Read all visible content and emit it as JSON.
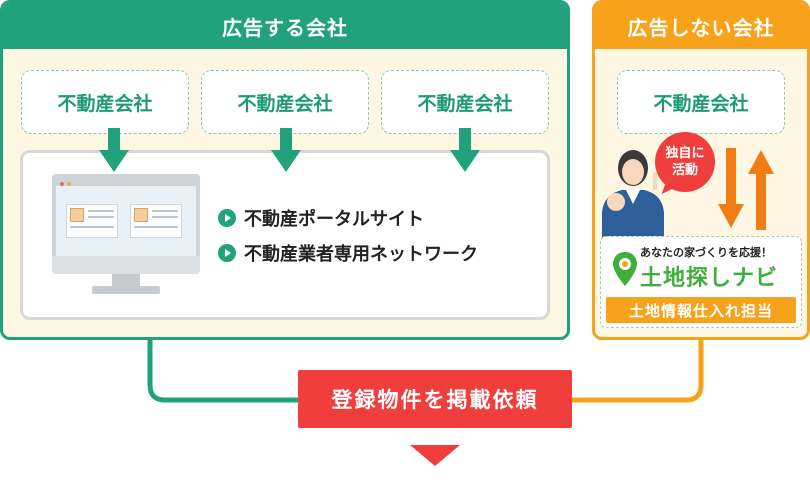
{
  "advertising": {
    "title": "広告する会社",
    "companies": [
      "不動産会社",
      "不動産会社",
      "不動産会社"
    ],
    "portal_items": [
      "不動産ポータルサイト",
      "不動産業者専用ネットワーク"
    ],
    "color": "#21a27d"
  },
  "non_advertising": {
    "title": "広告しない会社",
    "company": "不動産会社",
    "speech_line1": "独自に",
    "speech_line2": "活動",
    "navi_tagline": "あなたの家づくりを応援！",
    "navi_logo": "土地探しナビ",
    "navi_dept": "土地情報仕入れ担当",
    "color": "#f7a21b"
  },
  "request": {
    "label": "登録物件を掲載依頼",
    "color": "#ef3e3b"
  }
}
